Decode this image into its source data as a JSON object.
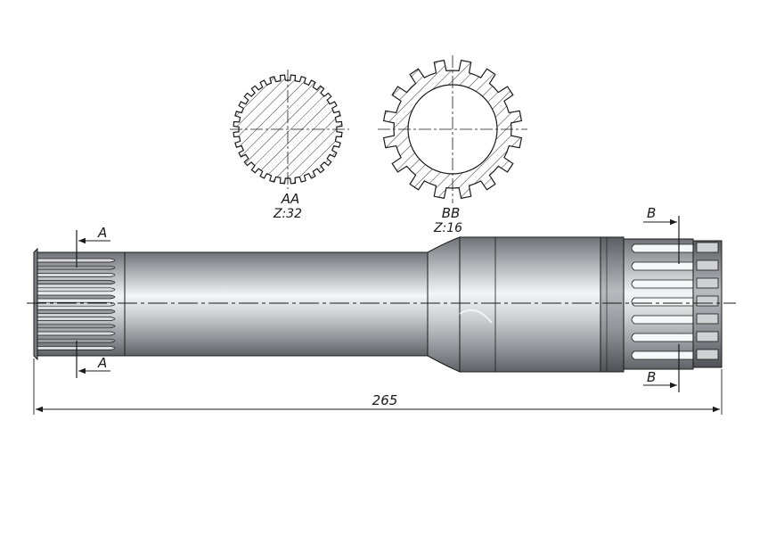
{
  "section_aa": {
    "name": "AA",
    "teeth_label": "Z:32",
    "teeth": 32
  },
  "section_bb": {
    "name": "BB",
    "teeth_label": "Z:16",
    "teeth": 16
  },
  "cut_marks": {
    "a_top": "A",
    "a_bottom": "A",
    "b_top": "B",
    "b_bottom": "B"
  },
  "dimension": {
    "overall_length": "265"
  },
  "colors": {
    "line": "#1a1a1a",
    "steel_dark": "#6e7276",
    "steel_light": "#f2f3f4"
  }
}
